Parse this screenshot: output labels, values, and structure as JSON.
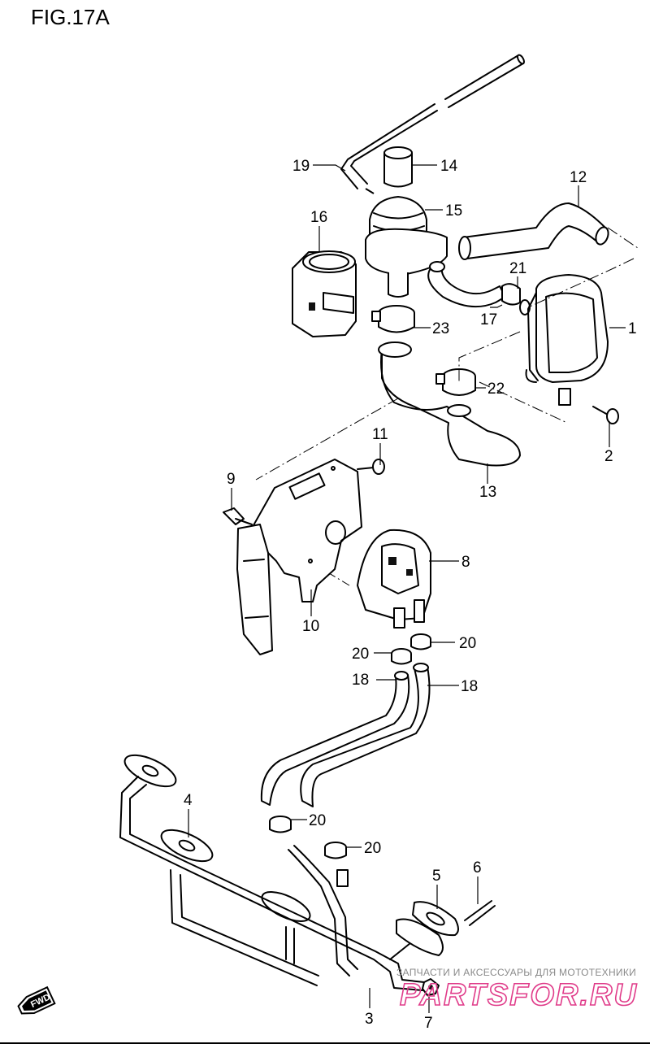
{
  "figure": {
    "title": "FIG.17A"
  },
  "callouts": {
    "c1": "1",
    "c2": "2",
    "c3": "3",
    "c4": "4",
    "c5": "5",
    "c6": "6",
    "c7": "7",
    "c8": "8",
    "c9": "9",
    "c10": "10",
    "c11": "11",
    "c12": "12",
    "c13": "13",
    "c14": "14",
    "c15": "15",
    "c16": "16",
    "c17": "17",
    "c18a": "18",
    "c18b": "18",
    "c19": "19",
    "c20a": "20",
    "c20b": "20",
    "c20c": "20",
    "c20d": "20",
    "c21": "21",
    "c22": "22",
    "c23": "23"
  },
  "direction_badge": {
    "label": "FWD"
  },
  "watermark": {
    "tagline": "ЗАПЧАСТИ И АКСЕССУАРЫ ДЛЯ МОТОТЕХНИКИ",
    "brand": "PARTSFOR.RU"
  }
}
